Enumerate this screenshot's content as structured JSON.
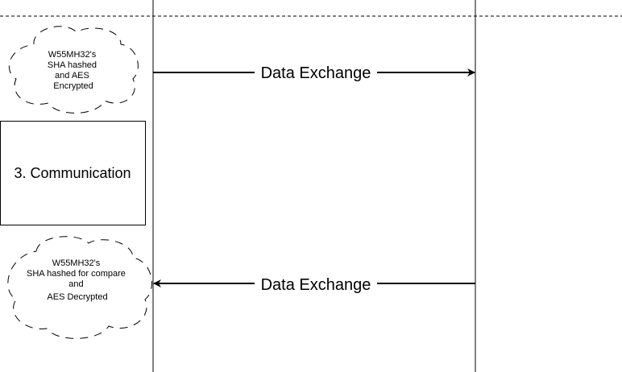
{
  "cloud_top": {
    "lines": [
      "W55MH32's",
      "SHA hashed",
      "and AES",
      "Encrypted"
    ]
  },
  "process_box": {
    "label": "3. Communication"
  },
  "cloud_bottom": {
    "lines": [
      "W55MH32's",
      "SHA hashed for compare",
      "and",
      "AES Decrypted"
    ]
  },
  "arrow_top": {
    "label": "Data Exchange",
    "direction": "right"
  },
  "arrow_bottom": {
    "label": "Data Exchange",
    "direction": "left"
  },
  "colors": {
    "stroke": "#000000",
    "background": "#ffffff"
  }
}
